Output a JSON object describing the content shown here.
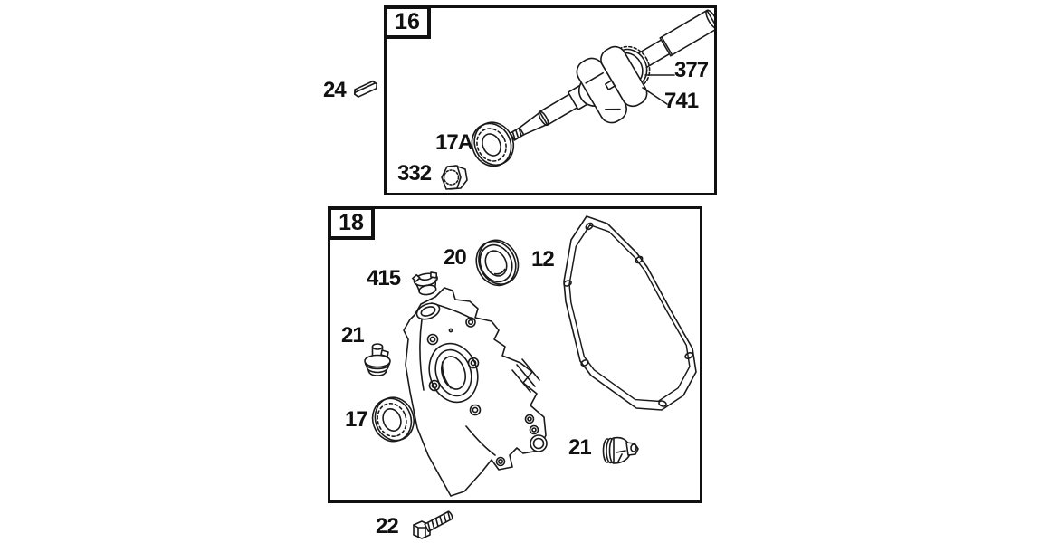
{
  "figure": {
    "background": "#ffffff",
    "line_color": "#1a1a1a",
    "panels": [
      {
        "tag": "16"
      },
      {
        "tag": "18"
      }
    ],
    "callouts": {
      "c24": "24",
      "c377": "377",
      "c741": "741",
      "c17a": "17A",
      "c332": "332",
      "c415": "415",
      "c20": "20",
      "c12": "12",
      "c21_left": "21",
      "c17": "17",
      "c21_right": "21",
      "c22": "22"
    }
  }
}
